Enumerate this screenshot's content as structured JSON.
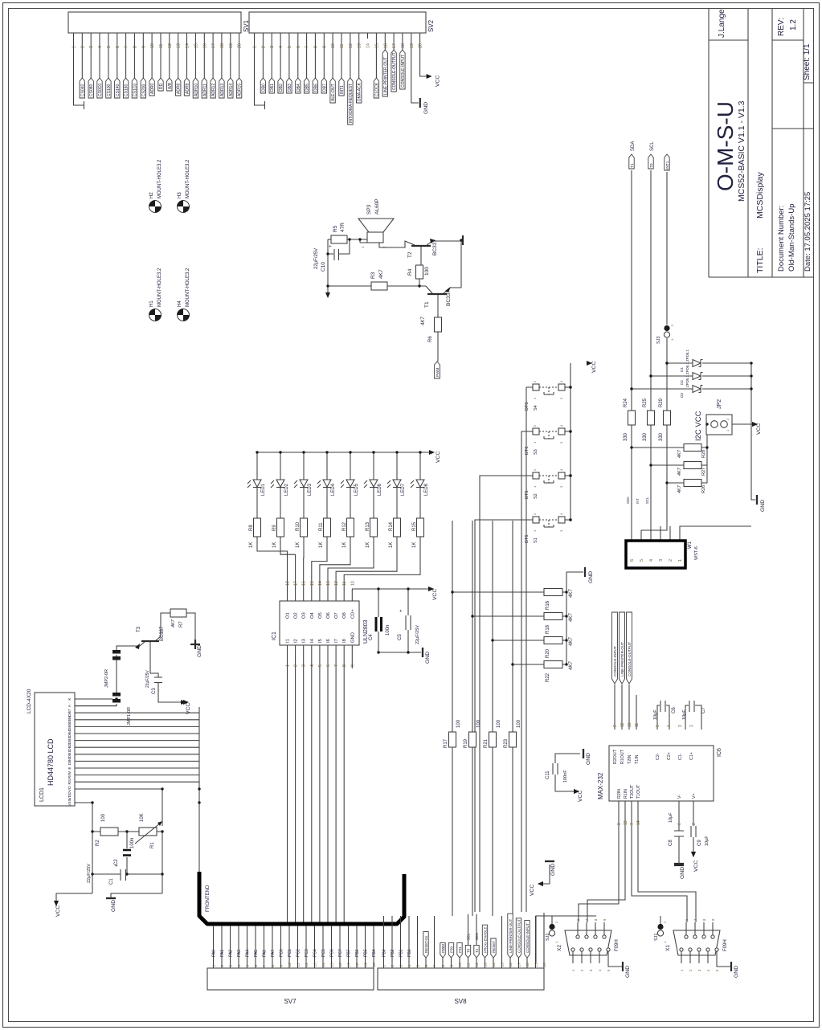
{
  "sheet": {
    "author": "J.Lange",
    "project": "O-M-S-U",
    "subtitle": "MCS52-BASIC V1.1 - V1.3",
    "title_label": "TITLE:",
    "title": "MCSDisplay",
    "doc_label": "Document Number:",
    "doc_number": "Old-Man-Stands-Up",
    "date_line": "Date:  17.05.2025 17:25",
    "rev_label": "REV:",
    "rev": "1.2",
    "sheet_line": "Sheet:  1/1"
  },
  "power": {
    "vcc": "VCC",
    "gnd": "GND"
  },
  "sv1": {
    "ref": "SV1",
    "pins": [
      {
        "n": "1"
      },
      {
        "n": "2",
        "net": "CS040"
      },
      {
        "n": "3",
        "net": "CS080"
      },
      {
        "n": "4",
        "net": "CS0C0"
      },
      {
        "n": "5",
        "net": "CS100"
      },
      {
        "n": "6",
        "net": "CS140"
      },
      {
        "n": "7",
        "net": "CS180"
      },
      {
        "n": "8",
        "net": "CS1C0"
      },
      {
        "n": "9",
        "net": "CS200"
      },
      {
        "n": "10",
        "net": "ADR0"
      },
      {
        "n": "11",
        "net": "RD"
      },
      {
        "n": "12",
        "net": "WR"
      },
      {
        "n": "13",
        "net": "ADR8"
      },
      {
        "n": "14",
        "net": "ADR9"
      },
      {
        "n": "15",
        "net": "ADR10"
      },
      {
        "n": "16",
        "net": "ADR11"
      },
      {
        "n": "17",
        "net": "ADR12"
      },
      {
        "n": "18",
        "net": "ADR13"
      },
      {
        "n": "19",
        "net": "ADR14"
      },
      {
        "n": "20",
        "net": "ADR15"
      }
    ]
  },
  "sv2": {
    "ref": "SV2",
    "pins": [
      {
        "n": "1"
      },
      {
        "n": "2",
        "net": "DB0"
      },
      {
        "n": "3",
        "net": "DB1"
      },
      {
        "n": "4",
        "net": "DB2"
      },
      {
        "n": "5",
        "net": "DB3"
      },
      {
        "n": "6",
        "net": "DB4"
      },
      {
        "n": "7",
        "net": "DB5"
      },
      {
        "n": "8",
        "net": "DB6"
      },
      {
        "n": "9",
        "net": "DB7"
      },
      {
        "n": "10",
        "net": "ALE-OUT"
      },
      {
        "n": "11",
        "net": "INT1"
      },
      {
        "n": "12",
        "net": "INT0/DMA-REQUEST"
      },
      {
        "n": "13",
        "net": "DMA-ACK"
      },
      {
        "n": "14"
      },
      {
        "n": "15",
        "net": "CLOCK"
      },
      {
        "n": "16",
        "net": "LINE-PRINTER-OUT",
        "long": true
      },
      {
        "n": "17",
        "net": "CONSOLE-OUTPUT",
        "long": true
      },
      {
        "n": "18",
        "net": "CONSOLE-INPUT",
        "long": true
      },
      {
        "n": "19",
        "sym": "gnd"
      },
      {
        "n": "20",
        "sym": "vcc"
      }
    ]
  },
  "holes": [
    {
      "ref": "H2",
      "val": "MOUNT-HOLE3.2"
    },
    {
      "ref": "H3",
      "val": "MOUNT-HOLE3.2"
    },
    {
      "ref": "H1",
      "val": "MOUNT-HOLE3.2"
    },
    {
      "ref": "H4",
      "val": "MOUNT-HOLE3.2"
    }
  ],
  "speaker": {
    "sp_ref": "SP3",
    "sp_val": "AL60P",
    "r5_ref": "R5",
    "r5_val": "47R",
    "c10_ref": "C10",
    "c10_val": "22μF/25V",
    "r3_ref": "R3",
    "r3_val": "4K7",
    "r4_ref": "R4",
    "r4_val": "100",
    "r6_ref": "R6",
    "r6_val": "4K7",
    "t1_ref": "T1",
    "t1_val": "BC337",
    "t2_ref": "T2",
    "t2_val": "BC337",
    "pwm": "PWM",
    "sp_pin1": "1",
    "sp_pin2": "2"
  },
  "buttons": {
    "pin_labels": [
      "1",
      "2",
      "3",
      "4"
    ],
    "list": [
      {
        "ref": "S4",
        "val": "DT6"
      },
      {
        "ref": "S3",
        "val": "DT6"
      },
      {
        "ref": "S2",
        "val": "DT6"
      },
      {
        "ref": "S1",
        "val": "DT6"
      }
    ]
  },
  "leds": [
    {
      "led": "LED1",
      "r": "R8",
      "v": "1K"
    },
    {
      "led": "LED2",
      "r": "R9",
      "v": "1K"
    },
    {
      "led": "LED3",
      "r": "R10",
      "v": "1K"
    },
    {
      "led": "LED4",
      "r": "R11",
      "v": "1K"
    },
    {
      "led": "LED5",
      "r": "R12",
      "v": "1K"
    },
    {
      "led": "LED6",
      "r": "R13",
      "v": "1K"
    },
    {
      "led": "LED7",
      "r": "R14",
      "v": "1K"
    },
    {
      "led": "LED8",
      "r": "R15",
      "v": "1K"
    }
  ],
  "ic1": {
    "ref": "IC1",
    "val": "ULN2803",
    "top": [
      {
        "n": "18",
        "l": "O1"
      },
      {
        "n": "17",
        "l": "O2"
      },
      {
        "n": "16",
        "l": "O3"
      },
      {
        "n": "15",
        "l": "O4"
      },
      {
        "n": "14",
        "l": "O5"
      },
      {
        "n": "13",
        "l": "O6"
      },
      {
        "n": "12",
        "l": "O7"
      },
      {
        "n": "11",
        "l": "O8"
      },
      {
        "n": "10",
        "l": "CD+"
      }
    ],
    "bottom": [
      {
        "n": "1",
        "l": "I1"
      },
      {
        "n": "2",
        "l": "I2"
      },
      {
        "n": "3",
        "l": "I3"
      },
      {
        "n": "4",
        "l": "I4"
      },
      {
        "n": "5",
        "l": "I5"
      },
      {
        "n": "6",
        "l": "I6"
      },
      {
        "n": "7",
        "l": "I7"
      },
      {
        "n": "8",
        "l": "I8"
      },
      {
        "n": "9",
        "l": "GND"
      }
    ],
    "c4_ref": "C4",
    "c4_val": "100n",
    "c5_ref": "C5",
    "c5_val": "22μF/25V"
  },
  "pulldowns": [
    {
      "r": "R16",
      "v": "4K7"
    },
    {
      "r": "R18",
      "v": "4K7"
    },
    {
      "r": "R20",
      "v": "4K7"
    },
    {
      "r": "R22",
      "v": "4K7"
    }
  ],
  "series100": [
    {
      "r": "R17",
      "v": "100"
    },
    {
      "r": "R19",
      "v": "100"
    },
    {
      "r": "R21",
      "v": "100"
    },
    {
      "r": "R23",
      "v": "100"
    }
  ],
  "i2c": {
    "flag_t1": "T1",
    "flag_t0": "T0",
    "net_sda": "SDA",
    "net_scl": "SCL",
    "flag_int1": "INT1",
    "sj3": "SJ3",
    "sj_pins": [
      "1",
      "2"
    ],
    "res330": [
      {
        "r": "R24",
        "v": "330"
      },
      {
        "r": "R25",
        "v": "330"
      },
      {
        "r": "R29",
        "v": "330"
      }
    ],
    "res4k7": [
      {
        "r": "R28",
        "v": "4K7"
      },
      {
        "r": "R27",
        "v": "4K7"
      },
      {
        "r": "R26",
        "v": "4K7"
      }
    ],
    "diodes": [
      {
        "d": "D1",
        "v": "ZPD5,1"
      },
      {
        "d": "D2",
        "v": "ZPD5,1"
      },
      {
        "d": "D3",
        "v": "ZPD5,1"
      }
    ],
    "jp2_ref": "JP2",
    "jp2_label": "I2C VCC",
    "jp2_pins": [
      "1",
      "2"
    ],
    "w1_ref": "W1",
    "w1_val": "WST-6",
    "w1_pins": [
      "6",
      "5",
      "4",
      "3",
      "2",
      "1"
    ],
    "w1_nets": [
      "SDA",
      "INT",
      "SCL"
    ]
  },
  "max": {
    "ref": "IC6",
    "val": "MAX-232",
    "top_a": [
      {
        "n": "9",
        "l": "R2OUT"
      },
      {
        "n": "12",
        "l": "R1OUT"
      },
      {
        "n": "10",
        "l": "T2IN"
      },
      {
        "n": "11",
        "l": "T1IN"
      }
    ],
    "top_b": [
      {
        "n": "5",
        "l": "C2-"
      },
      {
        "n": "4",
        "l": "C2+"
      },
      {
        "n": "3",
        "l": "C1-"
      },
      {
        "n": "1",
        "l": "C1+"
      }
    ],
    "bot_a": [
      {
        "n": "8",
        "l": "R2IN"
      },
      {
        "n": "13",
        "l": "R1IN"
      },
      {
        "n": "7",
        "l": "T2OUT"
      },
      {
        "n": "14",
        "l": "T1OUT"
      }
    ],
    "bot_b": [
      {
        "n": "6",
        "l": "V-"
      },
      {
        "n": "2",
        "l": "V+"
      }
    ],
    "flags": [
      "CONSOLE-INPUT",
      "LINE-PRINTER-OUT",
      "CONSOLE-OUTPUT"
    ],
    "c6_ref": "C6",
    "c6_val": "10μF",
    "c7_ref": "C7",
    "c7_val": "10μF",
    "c8_ref": "C8",
    "c8_val": "10μF",
    "c9_ref": "C9",
    "c9_val": "10μF",
    "c11_ref": "C11",
    "c11_val": "100nF"
  },
  "lcd": {
    "ref": "LCD1",
    "val": "HD44780 LCD",
    "pkg": "LCD-4X20",
    "pins": [
      "VSS",
      "VDD",
      "VO",
      "RS",
      "R/W",
      "E",
      "DB0",
      "DB1",
      "DB2",
      "DB3",
      "DB4",
      "DB5",
      "DB6",
      "DB7",
      "A",
      "K"
    ],
    "r2_ref": "R2",
    "r2_val": "100",
    "r1_ref": "R1",
    "r1_val": "10K",
    "c2_ref": "C2",
    "c2_val": "100n",
    "c1_ref": "C1",
    "c1_val": "22μF/25V"
  },
  "jmp": {
    "jmp1": "JMP1-0R",
    "jmp2": "JMP2-0R",
    "t3_ref": "T3",
    "t3_val": "BC337",
    "r7_ref": "R7",
    "r7_val": "4K7",
    "c3_ref": "C3",
    "c3_val": "22μF/25V"
  },
  "bus": {
    "label": "FRONTEND"
  },
  "sv7": {
    "ref": "SV7",
    "pins": [
      {
        "n": "1",
        "net": "PA0"
      },
      {
        "n": "2",
        "net": "PA1"
      },
      {
        "n": "3",
        "net": "PA2"
      },
      {
        "n": "4",
        "net": "PA3"
      },
      {
        "n": "5",
        "net": "PA4"
      },
      {
        "n": "6",
        "net": "PA5"
      },
      {
        "n": "7",
        "net": "PA6"
      },
      {
        "n": "8",
        "net": "PA7"
      },
      {
        "n": "9",
        "net": "PC0"
      },
      {
        "n": "10",
        "net": "PC1"
      },
      {
        "n": "11",
        "net": "PC2"
      },
      {
        "n": "12",
        "net": "PC3"
      },
      {
        "n": "13",
        "net": "PC4"
      },
      {
        "n": "14",
        "net": "PC5"
      },
      {
        "n": "15",
        "net": "PC6"
      },
      {
        "n": "16",
        "net": "PC7"
      },
      {
        "n": "17",
        "net": "PB7"
      },
      {
        "n": "18",
        "net": "PB6"
      },
      {
        "n": "19",
        "net": "PB5"
      },
      {
        "n": "20",
        "net": "PB4"
      }
    ]
  },
  "sv8": {
    "ref": "SV8",
    "pins": [
      {
        "n": "1",
        "net": "PB3"
      },
      {
        "n": "2",
        "net": "PB2"
      },
      {
        "n": "3",
        "net": "PB1"
      },
      {
        "n": "4",
        "net": "PB0"
      },
      {
        "n": "5"
      },
      {
        "n": "6",
        "net": "RESET-IN",
        "flag": true
      },
      {
        "n": "7"
      },
      {
        "n": "8",
        "net": "PWM",
        "flag": true
      },
      {
        "n": "9",
        "net": "P30",
        "flag": true
      },
      {
        "n": "10",
        "net": "P31",
        "flag": true
      },
      {
        "n": "11",
        "net": "T0",
        "flag": true,
        "sup": "SCL"
      },
      {
        "n": "12",
        "net": "T1",
        "flag": true,
        "sup": "SDA"
      },
      {
        "n": "13",
        "net": "PROG-ENABLE",
        "flag": true
      },
      {
        "n": "14",
        "net": "RESET",
        "flag": true
      },
      {
        "n": "15"
      },
      {
        "n": "16",
        "net": "LINE-PRINTER-OUT",
        "flag": true
      },
      {
        "n": "17",
        "net": "CONSOLE-OUTPUT",
        "flag": true
      },
      {
        "n": "18",
        "net": "CONSOLE-INPUT",
        "flag": true
      },
      {
        "n": "19"
      },
      {
        "n": "20"
      }
    ]
  },
  "x2": {
    "ref": "X2",
    "val": "F09H",
    "top": [
      "6",
      "7",
      "8",
      "9"
    ],
    "bottom": [
      "1",
      "2",
      "3",
      "4",
      "5"
    ],
    "sj": "SJ2",
    "sj_pins": [
      "1",
      "2"
    ]
  },
  "x1": {
    "ref": "X1",
    "val": "F09H",
    "top": [
      "6",
      "7",
      "8",
      "9"
    ],
    "bottom": [
      "1",
      "2",
      "3",
      "4",
      "5"
    ],
    "sj": "SJ1",
    "sj_pins": [
      "1",
      "2"
    ]
  }
}
